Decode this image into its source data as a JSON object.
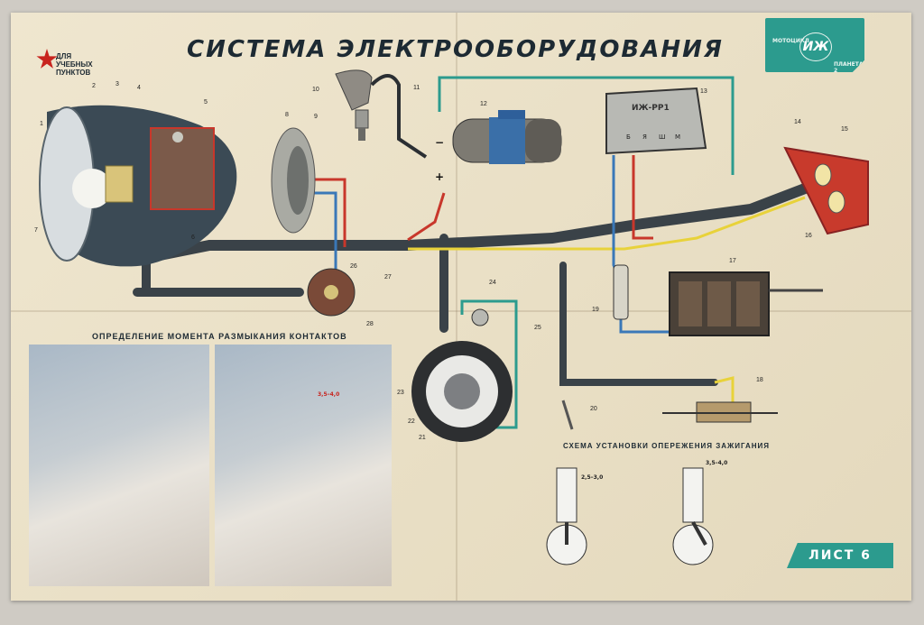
{
  "poster": {
    "title": "СИСТЕМА ЭЛЕКТРООБОРУДОВАНИЯ",
    "badge_text": "ДЛЯ УЧЕБНЫХ ПУНКТОВ",
    "brand_logo": "ИЖ",
    "brand_model": "МОТОЦИКЛ",
    "brand_variant": "ПЛАНЕТА 2",
    "sheet_label": "ЛИСТ 6",
    "sheet_number": "6"
  },
  "sections": {
    "contacts_heading": "ОПРЕДЕЛЕНИЕ МОМЕНТА РАЗМЫКАНИЯ КОНТАКТОВ",
    "ignition_heading": "СХЕМА УСТАНОВКИ ОПЕРЕЖЕНИЯ ЗАЖИГАНИЯ",
    "gap_label_1": "3,5–4,0",
    "gap_label_2": "3,5–4,0",
    "gap_label_3": "2,5–3,0"
  },
  "components": {
    "regulator_label": "ИЖ-РР1",
    "regulator_terminals": [
      "Б",
      "Я",
      "Ш",
      "М"
    ],
    "polarity_plus": "+",
    "polarity_minus": "−"
  },
  "callouts": [
    "1",
    "2",
    "3",
    "4",
    "5",
    "6",
    "7",
    "8",
    "9",
    "10",
    "11",
    "12",
    "13",
    "14",
    "15",
    "16",
    "17",
    "18",
    "19",
    "20",
    "21",
    "22",
    "23",
    "24",
    "25",
    "26",
    "27",
    "28"
  ],
  "colors": {
    "teal": "#2c9b8e",
    "wire_red": "#c8372b",
    "wire_yellow": "#e8d23a",
    "wire_blue": "#3a78b8",
    "harness": "#3a4248",
    "accent_red": "#c8241e"
  }
}
